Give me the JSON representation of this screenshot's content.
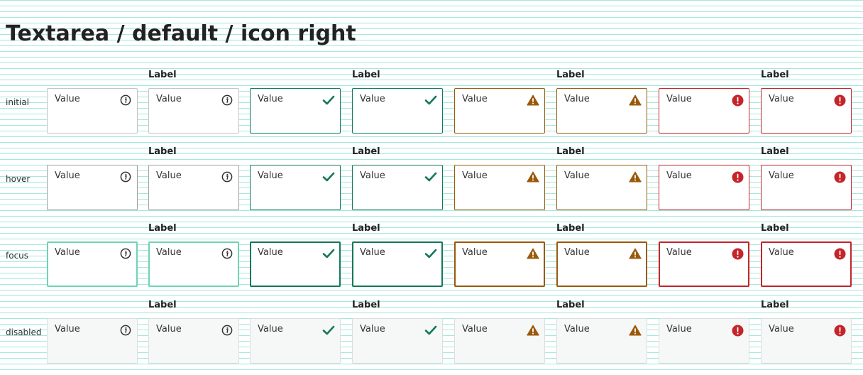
{
  "title": "Textarea / default / icon right",
  "field": {
    "label": "Label",
    "value": "Value"
  },
  "states": [
    {
      "key": "initial",
      "label": "initial"
    },
    {
      "key": "hover",
      "label": "hover"
    },
    {
      "key": "focus",
      "label": "focus"
    },
    {
      "key": "disabled",
      "label": "disabled"
    }
  ],
  "variants": [
    {
      "key": "info",
      "icon": "info-icon",
      "color": "#333333"
    },
    {
      "key": "info",
      "icon": "info-icon",
      "color": "#333333",
      "labeled": true
    },
    {
      "key": "ok",
      "icon": "check-icon",
      "color": "#14785a"
    },
    {
      "key": "ok",
      "icon": "check-icon",
      "color": "#14785a",
      "labeled": true
    },
    {
      "key": "warn",
      "icon": "warning-icon",
      "color": "#9a5a0a"
    },
    {
      "key": "warn",
      "icon": "warning-icon",
      "color": "#9a5a0a",
      "labeled": true
    },
    {
      "key": "err",
      "icon": "error-icon",
      "color": "#c4242a"
    },
    {
      "key": "err",
      "icon": "error-icon",
      "color": "#c4242a",
      "labeled": true
    }
  ]
}
